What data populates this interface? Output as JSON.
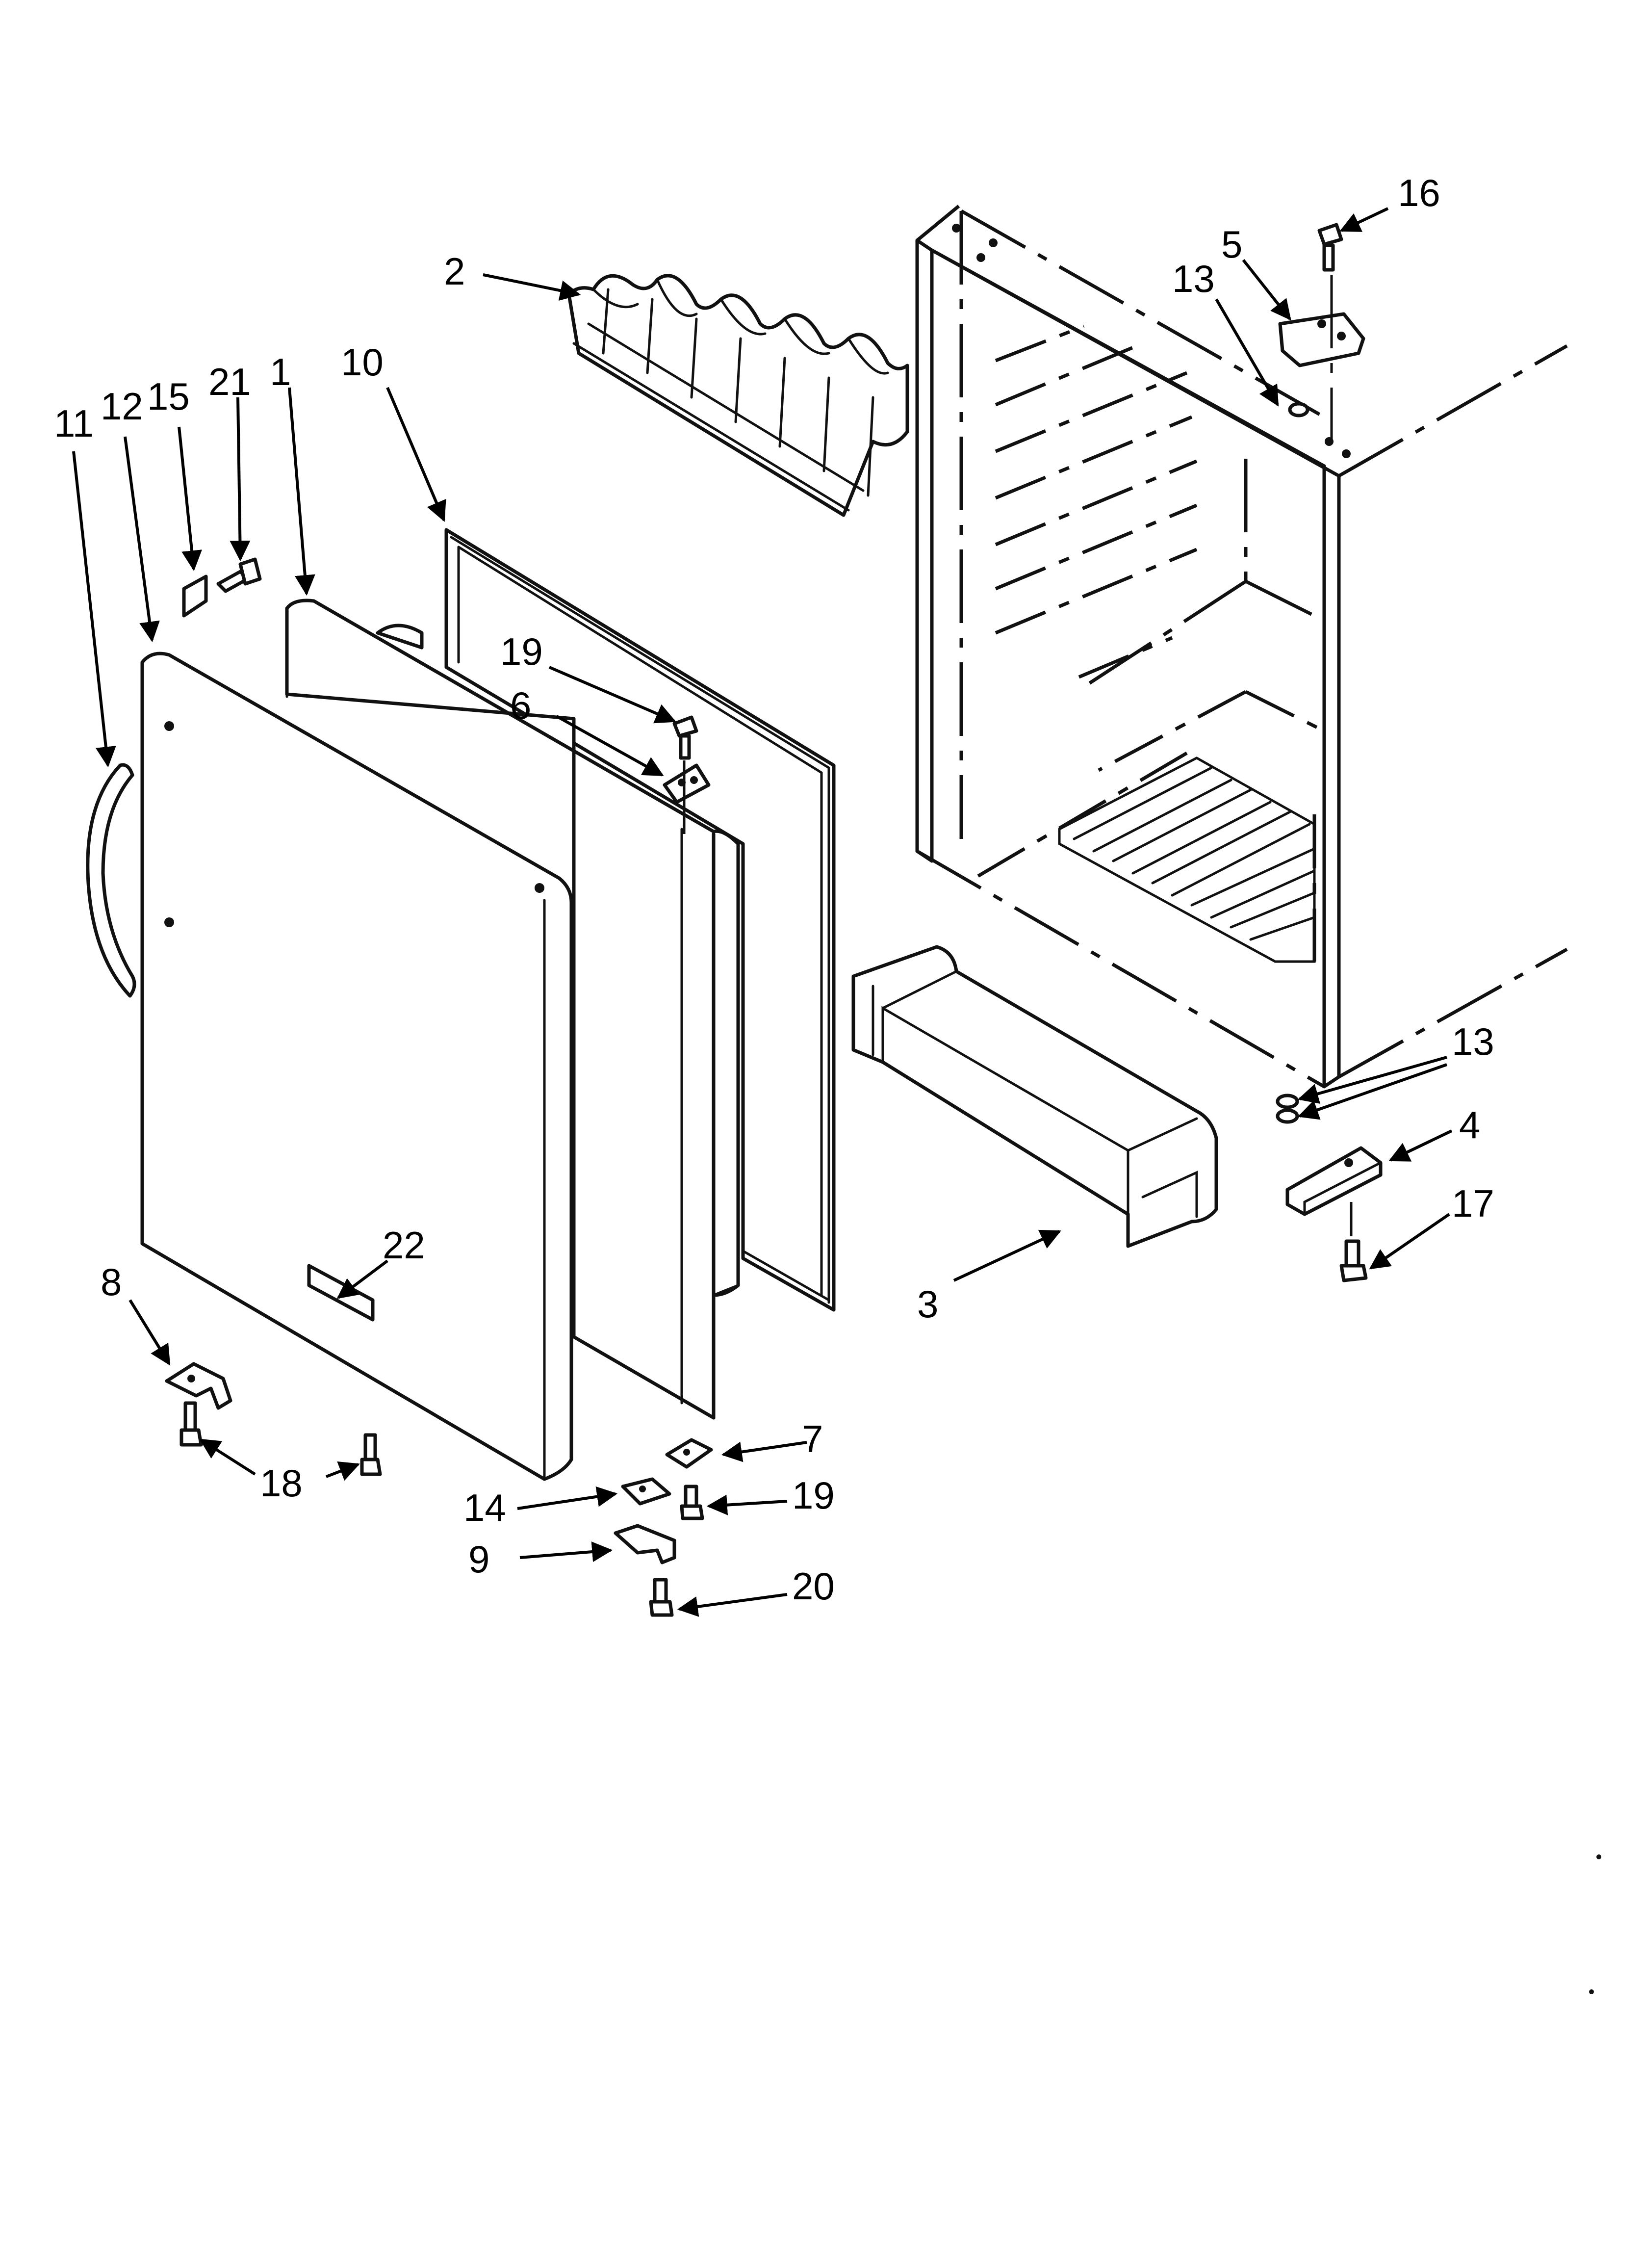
{
  "diagram": {
    "labels": [
      {
        "id": "lbl-2",
        "text": "2"
      },
      {
        "id": "lbl-16",
        "text": "16"
      },
      {
        "id": "lbl-5",
        "text": "5"
      },
      {
        "id": "lbl-13a",
        "text": "13"
      },
      {
        "id": "lbl-10",
        "text": "10"
      },
      {
        "id": "lbl-11",
        "text": "11"
      },
      {
        "id": "lbl-12",
        "text": "12"
      },
      {
        "id": "lbl-15",
        "text": "15"
      },
      {
        "id": "lbl-21",
        "text": "21"
      },
      {
        "id": "lbl-1",
        "text": "1"
      },
      {
        "id": "lbl-19a",
        "text": "19"
      },
      {
        "id": "lbl-6",
        "text": "6"
      },
      {
        "id": "lbl-13b",
        "text": "13"
      },
      {
        "id": "lbl-4",
        "text": "4"
      },
      {
        "id": "lbl-17",
        "text": "17"
      },
      {
        "id": "lbl-3",
        "text": "3"
      },
      {
        "id": "lbl-22",
        "text": "22"
      },
      {
        "id": "lbl-8",
        "text": "8"
      },
      {
        "id": "lbl-7",
        "text": "7"
      },
      {
        "id": "lbl-18",
        "text": "18"
      },
      {
        "id": "lbl-14",
        "text": "14"
      },
      {
        "id": "lbl-19b",
        "text": "19"
      },
      {
        "id": "lbl-9",
        "text": "9"
      },
      {
        "id": "lbl-20",
        "text": "20"
      }
    ]
  }
}
